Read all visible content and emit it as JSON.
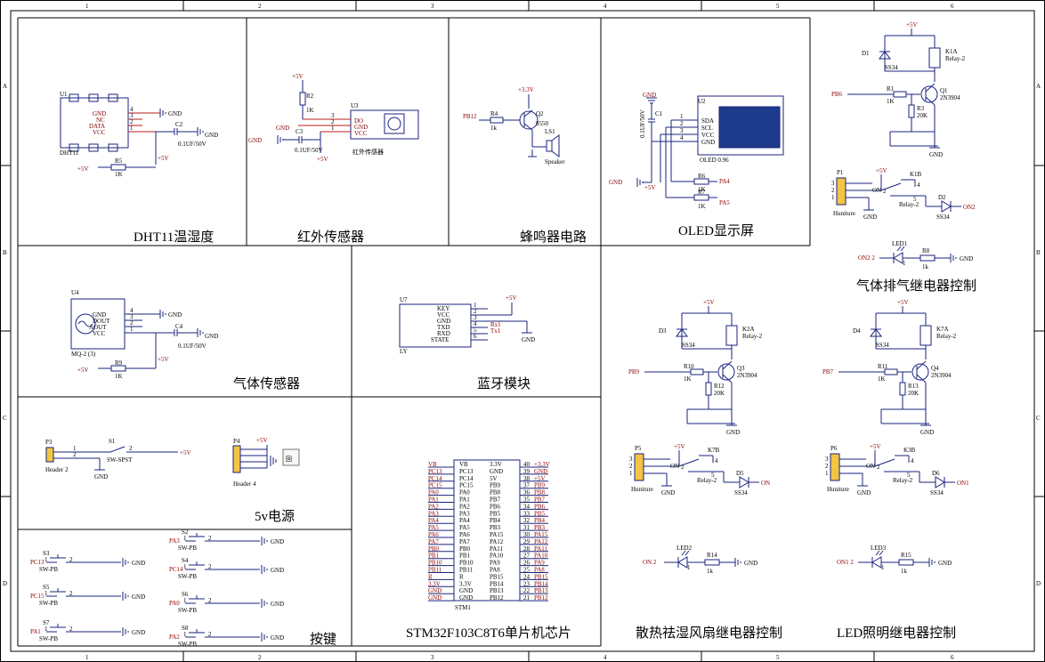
{
  "grid": {
    "cols": [
      "1",
      "2",
      "3",
      "4",
      "5",
      "6"
    ],
    "rows": [
      "A",
      "B",
      "C",
      "D"
    ]
  },
  "titles": {
    "dht11": "DHT11温湿度",
    "ir": "红外传感器",
    "buzzer": "蜂鸣器电路",
    "oled": "OLED显示屏",
    "gas_relay": "气体排气继电器控制",
    "gas": "气体传感器",
    "bt": "蓝牙模块",
    "power": "5v电源",
    "keys": "按键",
    "mcu": "STM32F103C8T6单片机芯片",
    "fan_relay": "散热祛湿风扇继电器控制",
    "led_relay": "LED照明继电器控制"
  },
  "dht11": {
    "ref": "U1",
    "part": "DHT11",
    "pins": [
      "GND",
      "NC",
      "DATA",
      "VCC"
    ],
    "pin_nums": [
      "4",
      "3",
      "2",
      "1"
    ],
    "gnd": "GND",
    "vcc": "+5V",
    "cap_ref": "C2",
    "cap_val": "0.1UF/50V",
    "res_ref": "R5",
    "res_val": "1K"
  },
  "ir": {
    "ref": "U3",
    "part": "红外传感器",
    "pins": [
      "DO",
      "GND",
      "VCC"
    ],
    "pin_nums": [
      "3",
      "2",
      "1"
    ],
    "res_ref": "R2",
    "res_val": "1K",
    "cap_ref": "C3",
    "cap_val": "0.1UF/50V",
    "vcc": "+5V",
    "gnd": "GND"
  },
  "buzzer": {
    "net": "PB12",
    "res_ref": "R4",
    "res_val": "1k",
    "q_ref": "Q2",
    "q_val": "8550",
    "ls_ref": "LS1",
    "ls_val": "Speaker",
    "vcc": "+3.3V"
  },
  "oled": {
    "ref": "U2",
    "part": "OLED 0.96",
    "pins": [
      "SDA",
      "SCL",
      "VCC",
      "GND"
    ],
    "pin_nums": [
      "1",
      "2",
      "3",
      "4"
    ],
    "cap_ref": "C1",
    "cap_val": "0.1UF/50V",
    "r6": "R6",
    "r6_val": "1K",
    "r7": "R7",
    "r7_val": "1K",
    "pa4": "PA4",
    "pa5": "PA5",
    "gnd": "GND",
    "vcc": "+5V"
  },
  "gas": {
    "ref": "U4",
    "part": "MQ-2 (3)",
    "pins": [
      "GND",
      "DOUT",
      "AOUT",
      "VCC"
    ],
    "pin_nums": [
      "4",
      "3",
      "2",
      "1"
    ],
    "cap_ref": "C4",
    "cap_val": "0.1UF/50V",
    "res_ref": "R9",
    "res_val": "1K",
    "gnd": "GND",
    "vcc": "+5V"
  },
  "bt": {
    "ref": "U7",
    "part": "LY",
    "pins": [
      "KEY",
      "VCC",
      "GND",
      "TXD",
      "RXD",
      "STATE"
    ],
    "pin_nums": [
      "1",
      "2",
      "3",
      "4",
      "5",
      "6"
    ],
    "rx": "Rx1",
    "tx": "Tx1",
    "vcc": "+5V",
    "gnd": "GND"
  },
  "power": {
    "p3": "P3",
    "p3_part": "Header 2",
    "s1": "S1",
    "s1_part": "SW-SPST",
    "p4": "P4",
    "p4_part": "Header 4",
    "vcc": "+5V",
    "gnd": "GND"
  },
  "keys": {
    "items": [
      {
        "net": "PC13",
        "ref": "S3",
        "part": "SW-PB"
      },
      {
        "net": "PC15",
        "ref": "S5",
        "part": "SW-PB"
      },
      {
        "net": "PA1",
        "ref": "S7",
        "part": "SW-PB"
      },
      {
        "net": "PA3",
        "ref": "S2",
        "part": "SW-PB"
      },
      {
        "net": "PC14",
        "ref": "S4",
        "part": "SW-PB"
      },
      {
        "net": "PA0",
        "ref": "S6",
        "part": "SW-PB"
      },
      {
        "net": "PA2",
        "ref": "S8",
        "part": "SW-PB"
      }
    ],
    "gnd": "GND"
  },
  "mcu": {
    "ref": "STM1",
    "left_nets": [
      "VB",
      "PC13",
      "PC14",
      "PC15",
      "PA0",
      "PA1",
      "PA2",
      "PA3",
      "PA4",
      "PA5",
      "PA6",
      "PA7",
      "PB0",
      "PB1",
      "PB10",
      "PB11",
      "R",
      "3.3V",
      "GND",
      "GND"
    ],
    "left_pins": [
      "VB",
      "PC13",
      "PC14",
      "PC15",
      "PA0",
      "PA1",
      "PA2",
      "PA3",
      "PA4",
      "PA5",
      "PA6",
      "PA7",
      "PB0",
      "PB1",
      "PB10",
      "PB11",
      "R",
      "3.3V",
      "GND",
      "GND"
    ],
    "right_pins": [
      "3.3V",
      "GND",
      "5V",
      "PB9",
      "PB8",
      "PB7",
      "PB6",
      "PB5",
      "PB4",
      "PB3",
      "PA15",
      "PA12",
      "PA11",
      "PA10",
      "PA9",
      "PA8",
      "PB15",
      "PB14",
      "PB13",
      "PB12"
    ],
    "right_nums": [
      "40",
      "39",
      "38",
      "37",
      "36",
      "35",
      "34",
      "33",
      "32",
      "31",
      "30",
      "29",
      "28",
      "27",
      "26",
      "25",
      "24",
      "23",
      "22",
      "21"
    ],
    "right_nets": [
      "+3.3V",
      "GND",
      "+5V",
      "PB9",
      "PB8",
      "PB7",
      "PB6",
      "PB5",
      "PB4",
      "PB3",
      "PA15",
      "PA12",
      "PA11",
      "PA10",
      "PA9",
      "PA8",
      "PB15",
      "PB14",
      "PB13",
      "PB12"
    ]
  },
  "relays": {
    "gas": {
      "net": "PB6",
      "r": "R1",
      "r_val": "1K",
      "r2": "R3",
      "r2_val": "20K",
      "q": "Q1",
      "q_val": "2N3904",
      "d": "D1",
      "d_val": "SS34",
      "k": "K1A",
      "k_val": "Relay-2",
      "kb": "K1B",
      "kb_val": "Relay-2",
      "p": "P1",
      "p_val": "Huniture",
      "d2": "D2",
      "d2_val": "SS34",
      "on": "ON2",
      "on_pin": "2",
      "vcc": "+5V",
      "gnd": "GND"
    },
    "fan": {
      "net": "PB9",
      "r": "R10",
      "r_val": "1K",
      "r2": "R12",
      "r2_val": "20K",
      "q": "Q3",
      "q_val": "2N3904",
      "d": "D3",
      "d_val": "SS34",
      "k": "K2A",
      "k_val": "Relay-2",
      "kb": "K7B",
      "kb_val": "Relay-2",
      "p": "P5",
      "p_val": "Huniture",
      "d2": "D5",
      "d2_val": "SS34",
      "on": "ON",
      "on_pin": "2",
      "vcc": "+5V",
      "gnd": "GND"
    },
    "led": {
      "net": "PB7",
      "r": "R11",
      "r_val": "1K",
      "r2": "R13",
      "r2_val": "20K",
      "q": "Q4",
      "q_val": "2N3904",
      "d": "D4",
      "d_val": "SS34",
      "k": "K7A",
      "k_val": "Relay-2",
      "kb": "K3B",
      "kb_val": "Relay-2",
      "p": "P6",
      "p_val": "Huniture",
      "d2": "D6",
      "d2_val": "SS34",
      "on": "ON1",
      "on_pin": "2",
      "vcc": "+5V",
      "gnd": "GND"
    }
  },
  "leds": {
    "led1": {
      "ref": "LED1",
      "net": "ON2 2",
      "r": "R8",
      "r_val": "1k",
      "gnd": "GND"
    },
    "led2": {
      "ref": "LED2",
      "net": "ON 2",
      "r": "R14",
      "r_val": "1k",
      "gnd": "GND"
    },
    "led3": {
      "ref": "LED3",
      "net": "ON1 2",
      "r": "R15",
      "r_val": "1k",
      "gnd": "GND"
    }
  }
}
